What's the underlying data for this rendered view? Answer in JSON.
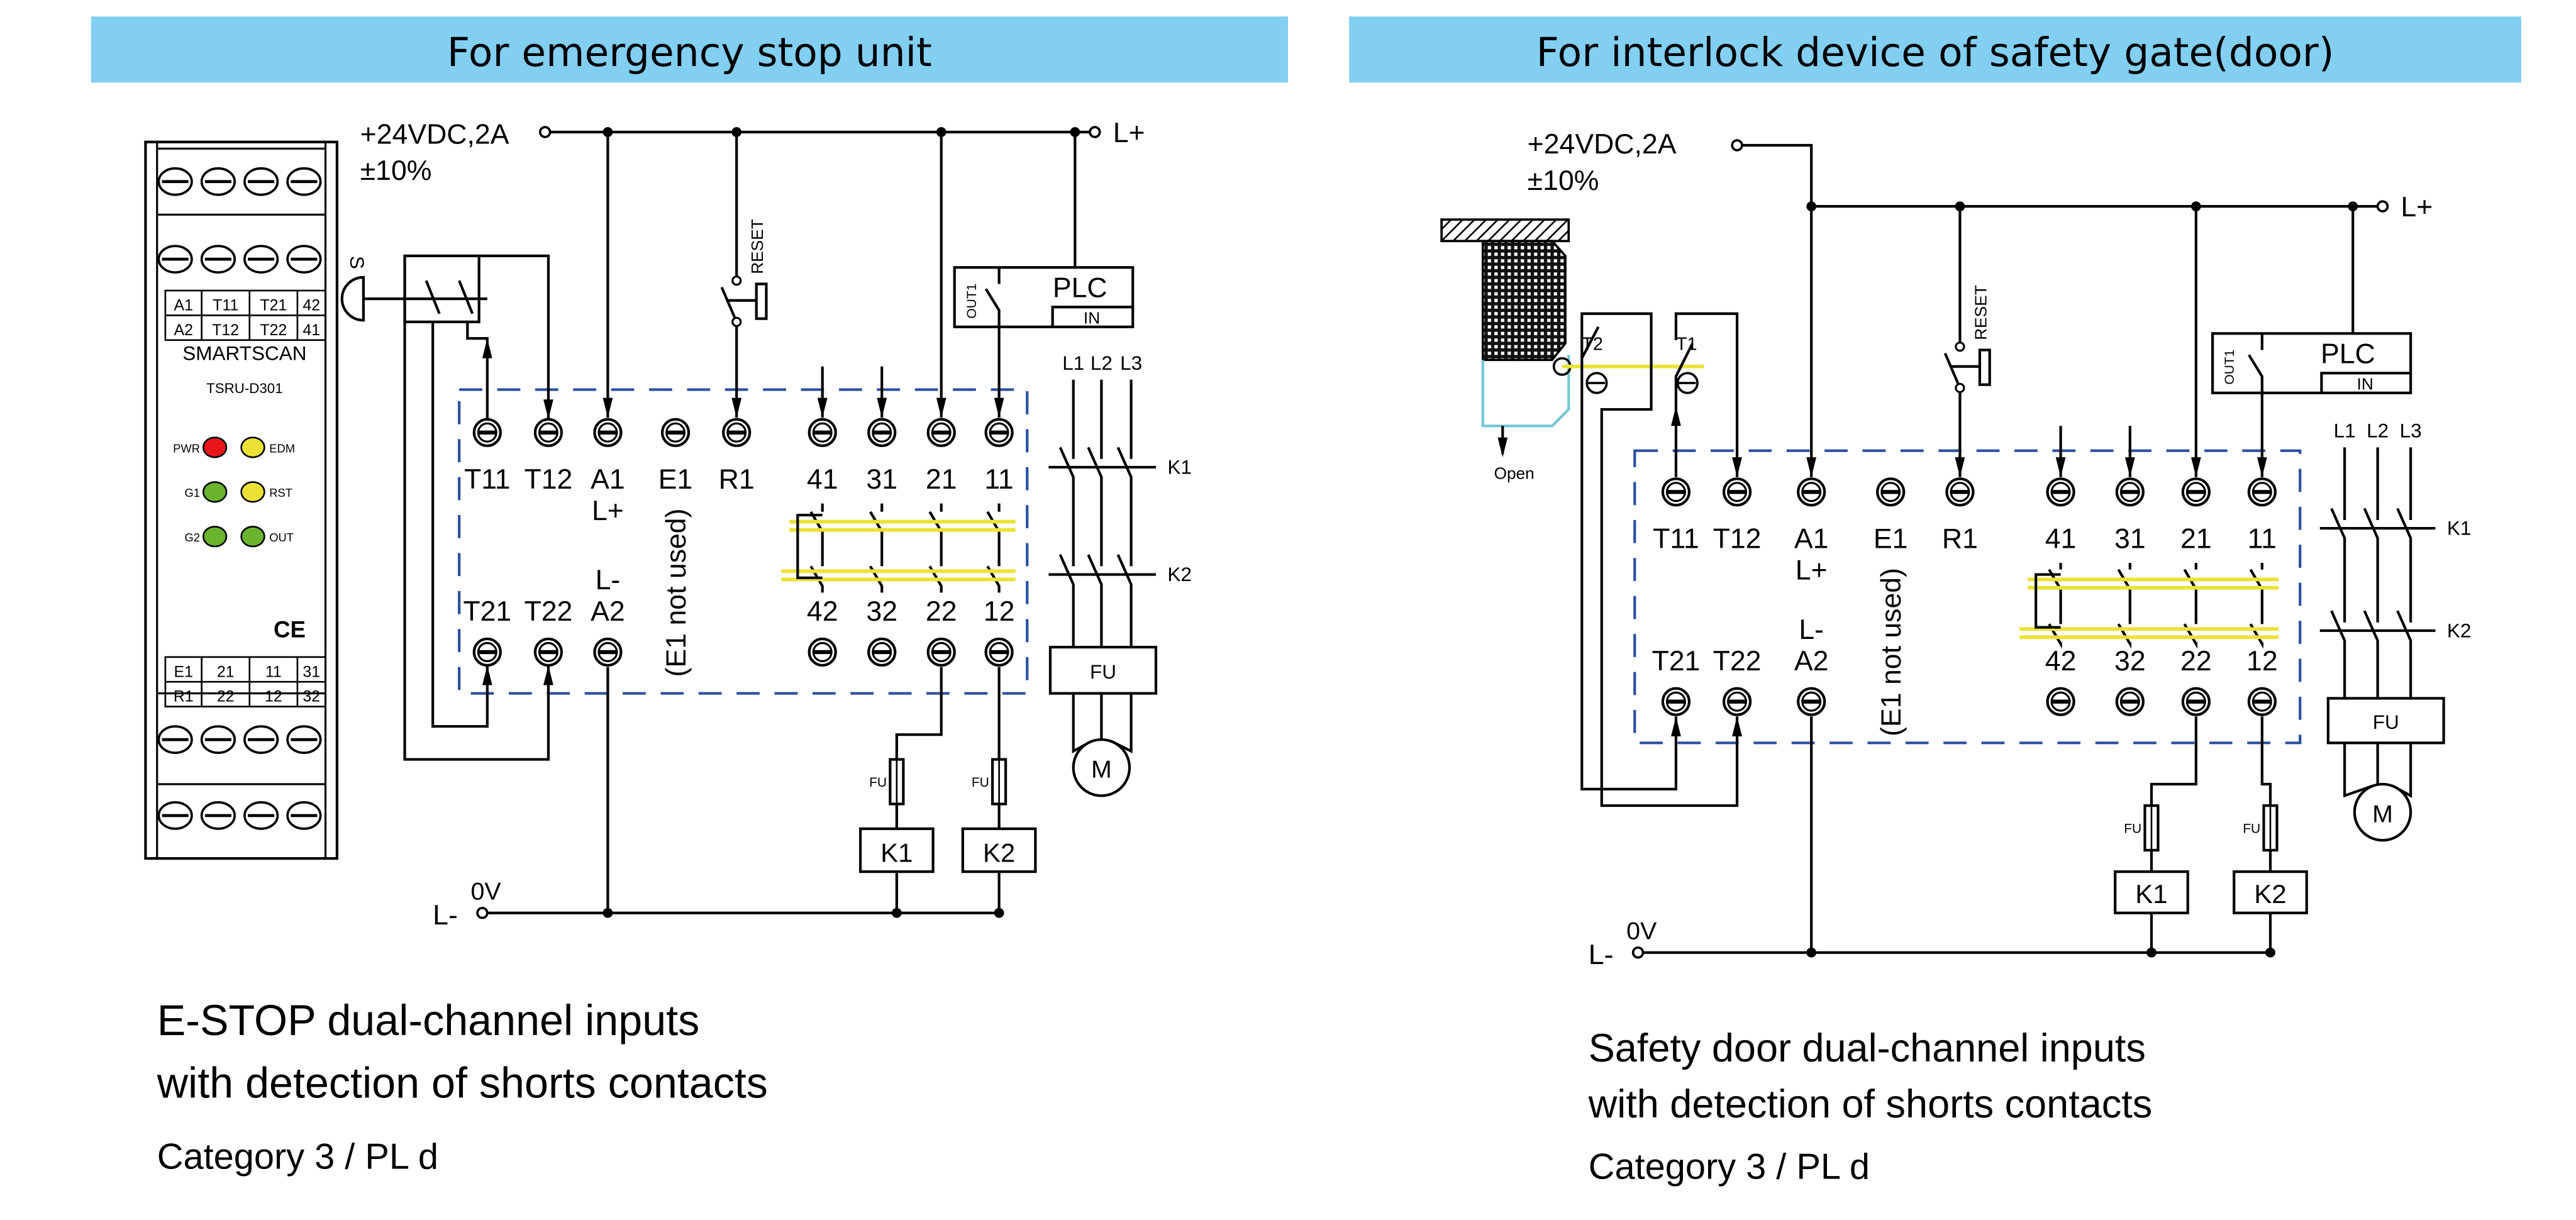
{
  "colors": {
    "header_bg": "#82cff2",
    "box_dash": "#2a4fa0",
    "mech_link": "#ece236",
    "door_outline": "#72c6d6",
    "led_red": "#e8161b",
    "led_yellow": "#ece236",
    "led_green": "#6ab42d"
  },
  "device": {
    "top_labels": [
      [
        "A1",
        "T11",
        "T21",
        "42"
      ],
      [
        "A2",
        "T12",
        "T22",
        "41"
      ]
    ],
    "brand": "SMARTSCAN",
    "model": "TSRU-D301",
    "leds": [
      {
        "label": "PWR",
        "color": "red"
      },
      {
        "label": "EDM",
        "color": "yellow"
      },
      {
        "label": "G1",
        "color": "green"
      },
      {
        "label": "RST",
        "color": "yellow"
      },
      {
        "label": "G2",
        "color": "green"
      },
      {
        "label": "OUT",
        "color": "green"
      }
    ],
    "mark": "CE",
    "bottom_labels": [
      [
        "E1",
        "21",
        "11",
        "31"
      ],
      [
        "R1",
        "22",
        "12",
        "32"
      ]
    ]
  },
  "panels": [
    {
      "header": "For emergency stop unit",
      "supply": "+24VDC,2A",
      "tolerance": "±10%",
      "rail_pos": "L+",
      "rail_neg": "L-",
      "zero_v": "0V",
      "terminals_top": [
        "T11",
        "T12",
        "A1",
        "E1",
        "R1",
        "41",
        "31",
        "21",
        "11"
      ],
      "terminals_bottom": [
        "T21",
        "T22",
        "A2",
        "42",
        "32",
        "22",
        "12"
      ],
      "a1_alias": "L+",
      "a2_alias": "L-",
      "e1_note": "(E1 not used)",
      "reset": "RESET",
      "plc": {
        "title": "PLC",
        "in": "IN",
        "out": "OUT1"
      },
      "phases": [
        "L1",
        "L2",
        "L3"
      ],
      "contactors": [
        "K1",
        "K2"
      ],
      "fuse": "FU",
      "motor": "M",
      "input_device": {
        "label": "S"
      },
      "caption": [
        "E-STOP dual-channel inputs",
        "with detection of shorts contacts",
        "Category 3 / PL d"
      ]
    },
    {
      "header": "For interlock device of safety gate(door)",
      "supply": "+24VDC,2A",
      "tolerance": "±10%",
      "rail_pos": "L+",
      "rail_neg": "L-",
      "zero_v": "0V",
      "terminals_top": [
        "T11",
        "T12",
        "A1",
        "E1",
        "R1",
        "41",
        "31",
        "21",
        "11"
      ],
      "terminals_bottom": [
        "T21",
        "T22",
        "A2",
        "42",
        "32",
        "22",
        "12"
      ],
      "a1_alias": "L+",
      "a2_alias": "L-",
      "e1_note": "(E1 not used)",
      "reset": "RESET",
      "plc": {
        "title": "PLC",
        "in": "IN",
        "out": "OUT1"
      },
      "phases": [
        "L1",
        "L2",
        "L3"
      ],
      "contactors": [
        "K1",
        "K2"
      ],
      "fuse": "FU",
      "motor": "M",
      "input_device": {
        "switch1": "T1",
        "switch2": "T2",
        "action": "Open"
      },
      "caption": [
        "Safety door dual-channel inputs",
        "with detection of shorts contacts",
        "Category 3 / PL d"
      ]
    }
  ]
}
